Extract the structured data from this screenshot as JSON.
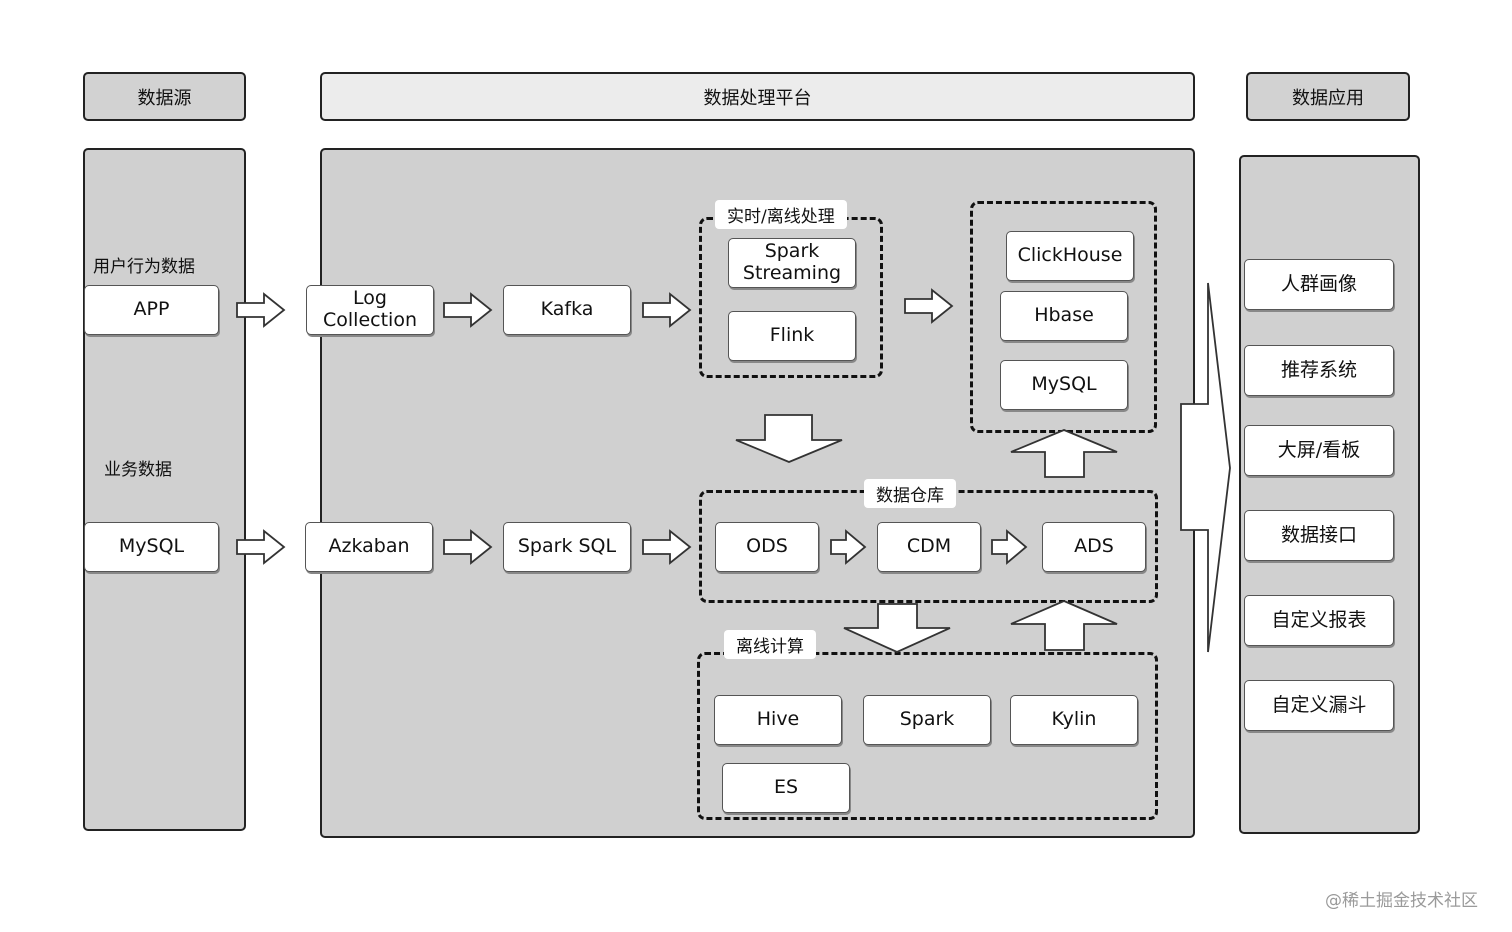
{
  "headers": {
    "source": "数据源",
    "platform": "数据处理平台",
    "application": "数据应用"
  },
  "source": {
    "behavior_label": "用户行为数据",
    "business_label": "业务数据",
    "app": "APP",
    "mysql": "MySQL"
  },
  "pipeline": {
    "log_collection": [
      "Log",
      "Collection"
    ],
    "kafka": "Kafka",
    "azkaban": "Azkaban",
    "spark_sql": "Spark SQL"
  },
  "realtime": {
    "label": "实时/离线处理",
    "spark_streaming": [
      "Spark",
      "Streaming"
    ],
    "flink": "Flink"
  },
  "storage": {
    "clickhouse": "ClickHouse",
    "hbase": "Hbase",
    "mysql": "MySQL"
  },
  "warehouse": {
    "label": "数据仓库",
    "ods": "ODS",
    "cdm": "CDM",
    "ads": "ADS"
  },
  "offline": {
    "label": "离线计算",
    "hive": "Hive",
    "spark": "Spark",
    "kylin": "Kylin",
    "es": "ES"
  },
  "applications": [
    "人群画像",
    "推荐系统",
    "大屏/看板",
    "数据接口",
    "自定义报表",
    "自定义漏斗"
  ],
  "watermark": "@稀土掘金技术社区",
  "icons": [
    "arrow-right-icon",
    "arrow-down-icon",
    "arrow-up-icon",
    "big-arrow-right-icon"
  ]
}
